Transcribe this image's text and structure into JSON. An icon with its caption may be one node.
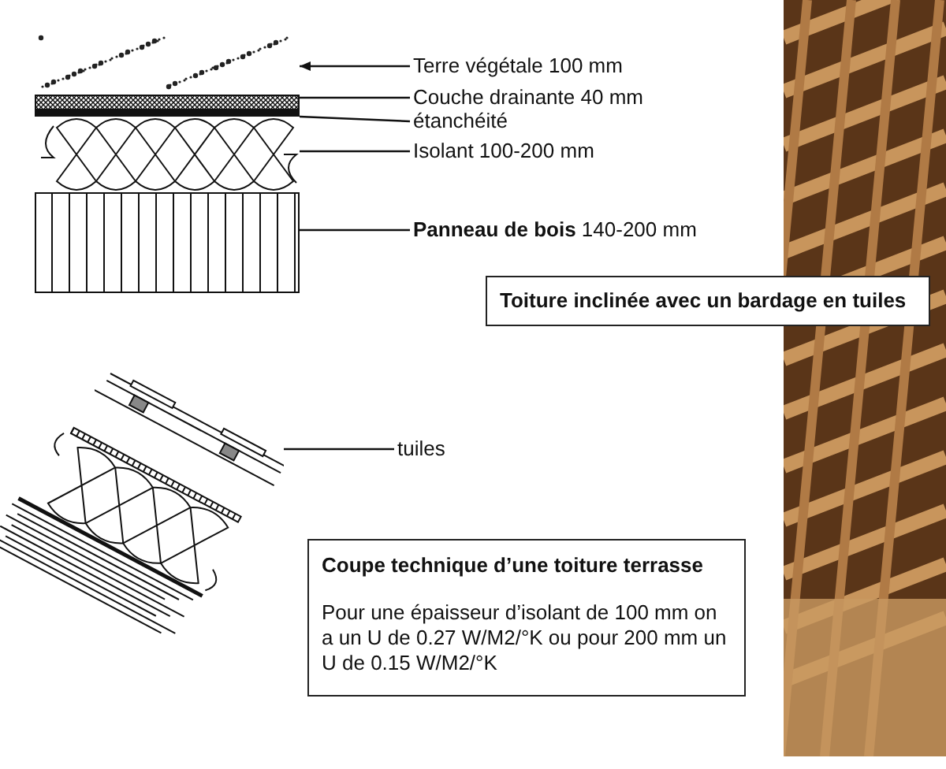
{
  "diagram": {
    "nodes": [
      {
        "text": [
          "Terre végétale 100 mm"
        ]
      },
      {
        "text": [],
        "shape": "picture"
      },
      {
        "text": [
          "Couche drainante 40 mm"
        ]
      },
      {
        "text": [],
        "shape": "picture"
      },
      {
        "text": [
          "étanchéité"
        ]
      },
      {
        "text": [],
        "shape": "bar"
      },
      {
        "text": [
          "Isolant 100-200 mm"
        ]
      },
      {
        "text": [],
        "shape": "picture"
      },
      {
        "text": [
          "**Panneau de bois** 140-200 mm"
        ]
      },
      {
        "text": [],
        "shape": "box"
      },
      {
        "text": [
          "tuiles"
        ]
      },
      {
        "text": [],
        "shape": "picture"
      },
      {
        "text": [
          "Toiture inclinée avec un bardage en tuiles"
        ]
      },
      {
        "text": [
          "Coupe technique d’une toiture terrasse",
          "Pour une épaisseur d’isolant de 100 mm on a un U de 0.27 W/M2/°K ou pour 200 mm un U de 0.15 W/M2/°K"
        ]
      }
    ],
    "edges": [
      {
        "from": 0,
        "to": 1,
        "arrow": "to"
      },
      {
        "from": 2,
        "to": 3,
        "arrow": "none"
      },
      {
        "from": 4,
        "to": 5,
        "arrow": "none"
      },
      {
        "from": 6,
        "to": 7,
        "arrow": "none"
      },
      {
        "from": 8,
        "to": 9,
        "arrow": "none"
      },
      {
        "from": 10,
        "to": 11,
        "arrow": "none"
      }
    ]
  }
}
